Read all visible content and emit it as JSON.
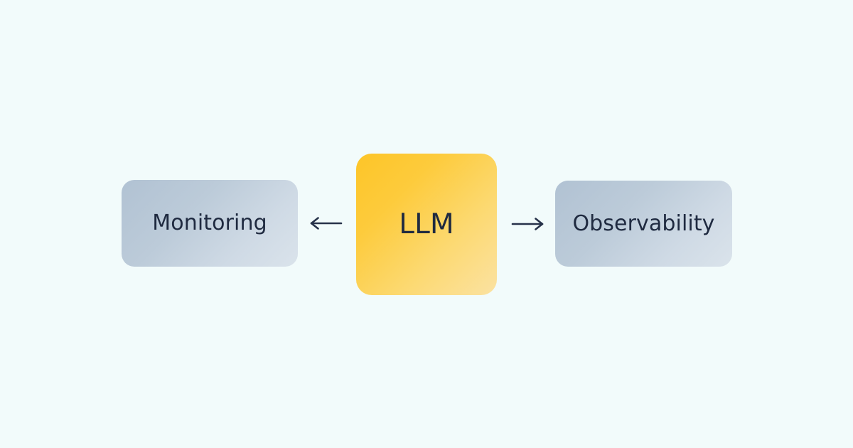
{
  "diagram": {
    "type": "flow-diagram",
    "background_color": "#f2fbfb",
    "text_color": "#1f2a40",
    "arrow_color": "#27324a",
    "nodes": [
      {
        "id": "monitoring",
        "label": "Monitoring",
        "shape": "rounded-rectangle",
        "fill_from": "#b1c2d3",
        "fill_to": "#dae3eb"
      },
      {
        "id": "llm",
        "label": "LLM",
        "shape": "rounded-square",
        "fill_from": "#fdc528",
        "fill_to": "#fbe2a2"
      },
      {
        "id": "observability",
        "label": "Observability",
        "shape": "rounded-rectangle",
        "fill_from": "#b1c2d3",
        "fill_to": "#dae3eb"
      }
    ],
    "edges": [
      {
        "id": "llm-to-monitoring",
        "from": "llm",
        "to": "monitoring",
        "direction": "left",
        "glyph": "arrow-left",
        "label": ""
      },
      {
        "id": "llm-to-observability",
        "from": "llm",
        "to": "observability",
        "direction": "right",
        "glyph": "arrow-right",
        "label": ""
      }
    ]
  }
}
